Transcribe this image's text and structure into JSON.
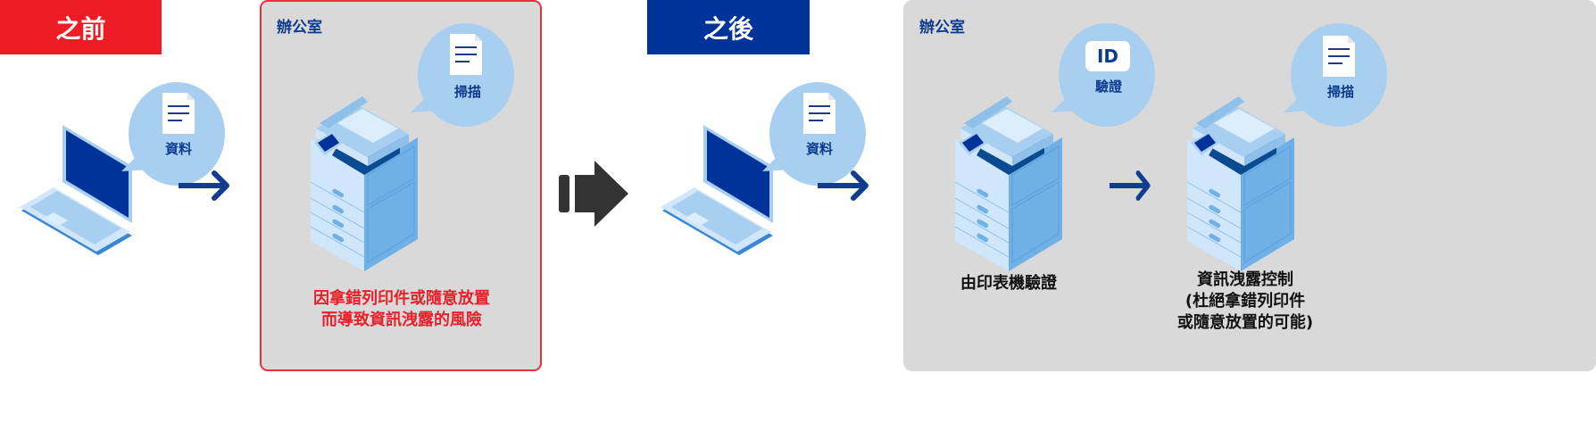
{
  "before": {
    "tag": "之前",
    "bubble_label": "資料",
    "office_title": "辦公室",
    "scan_label": "掃描",
    "risk_lines": [
      "因拿錯列印件或隨意放置",
      "而導致資訊洩露的風險"
    ]
  },
  "after": {
    "tag": "之後",
    "bubble_label": "資料",
    "office_title": "辦公室",
    "id_badge": "ID",
    "auth_label": "驗證",
    "scan_label": "掃描",
    "auth_caption": "由印表機驗證",
    "control_lines": [
      "資訊洩露控制",
      "(杜絕拿錯列印件",
      "或隨意放置的可能)"
    ]
  },
  "colors": {
    "before_red": "#ee1c25",
    "after_blue": "#003399",
    "office_gray": "#d9d9d9",
    "label_navy": "#0d3b8e",
    "bubble": "#a9cff0"
  }
}
